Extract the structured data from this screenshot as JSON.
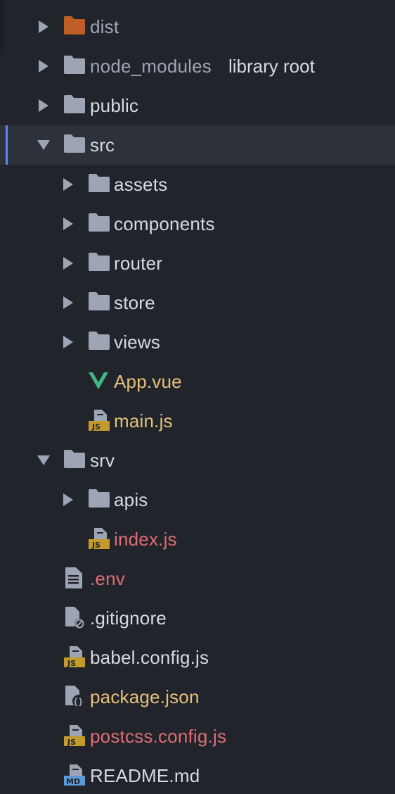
{
  "colors": {
    "default": "#d7dae0",
    "dimmed": "#9da5b4",
    "modified": "#e5c07b",
    "added": "#e06c75",
    "dist_folder": "#bf5f27",
    "vue_green": "#41b883",
    "js_badge": "#c49a2c",
    "md_badge": "#5b9bd5"
  },
  "items": [
    {
      "label": "dist",
      "icon": "folder-icon",
      "expanded": false
    },
    {
      "label": "node_modules",
      "extra": "library root",
      "icon": "folder-icon",
      "expanded": false
    },
    {
      "label": "public",
      "icon": "folder-icon",
      "expanded": false
    },
    {
      "label": "src",
      "icon": "folder-icon",
      "expanded": true,
      "selected": true
    },
    {
      "label": "assets",
      "icon": "folder-icon",
      "expanded": false
    },
    {
      "label": "components",
      "icon": "folder-icon",
      "expanded": false
    },
    {
      "label": "router",
      "icon": "folder-icon",
      "expanded": false
    },
    {
      "label": "store",
      "icon": "folder-icon",
      "expanded": false
    },
    {
      "label": "views",
      "icon": "folder-icon",
      "expanded": false
    },
    {
      "label": "App.vue",
      "icon": "vue-file-icon"
    },
    {
      "label": "main.js",
      "icon": "js-file-icon"
    },
    {
      "label": "srv",
      "icon": "folder-icon",
      "expanded": true
    },
    {
      "label": "apis",
      "icon": "folder-icon",
      "expanded": false
    },
    {
      "label": "index.js",
      "icon": "js-file-icon"
    },
    {
      "label": ".env",
      "icon": "text-file-icon"
    },
    {
      "label": ".gitignore",
      "icon": "ignore-file-icon"
    },
    {
      "label": "babel.config.js",
      "icon": "js-file-icon"
    },
    {
      "label": "package.json",
      "icon": "json-file-icon"
    },
    {
      "label": "postcss.config.js",
      "icon": "js-file-icon"
    },
    {
      "label": "README.md",
      "icon": "markdown-file-icon"
    }
  ]
}
